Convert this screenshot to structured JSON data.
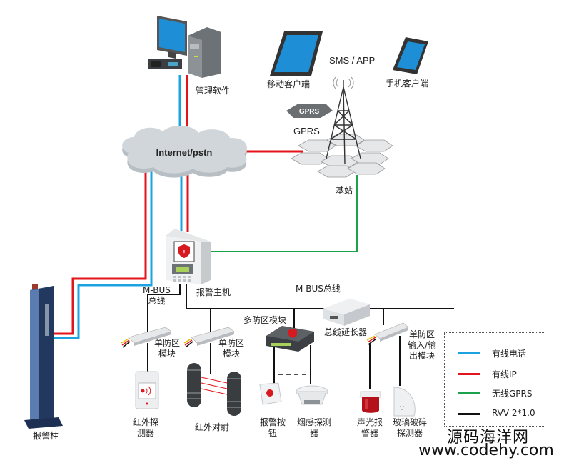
{
  "nodes": {
    "management_software": "管理软件",
    "mobile_client": "移动客户端",
    "sms_app": "SMS / APP",
    "phone_client": "手机客户端",
    "gprs_badge": "GPRS",
    "gprs_label": "GPRS",
    "internet": "Internet/pstn",
    "base_station": "基站",
    "alarm_host": "报警主机",
    "mbus_left": "M-BUS\n总线",
    "mbus_bus": "M-BUS总线",
    "alarm_pillar": "报警柱",
    "single_zone_module_1": "单防区\n模块",
    "single_zone_module_2": "单防区\n模块",
    "multi_zone_module": "多防区模块",
    "bus_extender": "总线延长器",
    "single_zone_io_module": "单防区\n输入/输\n出模块",
    "ir_detector": "红外探\n测器",
    "ir_beam": "红外对射",
    "alarm_button": "报警按\n钮",
    "smoke_detector": "烟感探测\n器",
    "strobe_siren": "声光报\n警器",
    "glass_break_detector": "玻璃破碎\n探测器"
  },
  "legend": {
    "items": [
      {
        "label": "有线电话",
        "color": "#1aa3e0"
      },
      {
        "label": "有线IP",
        "color": "#e3141b"
      },
      {
        "label": "无线GPRS",
        "color": "#1aa34a"
      },
      {
        "label": "RVV 2*1.0",
        "color": "#111111"
      }
    ]
  },
  "colors": {
    "phone": "#1aa3e0",
    "ip": "#e3141b",
    "gprs": "#1aa34a",
    "rvv": "#111111"
  },
  "watermark": {
    "line1": "源码海洋网",
    "line2": "www.codehy.com"
  }
}
